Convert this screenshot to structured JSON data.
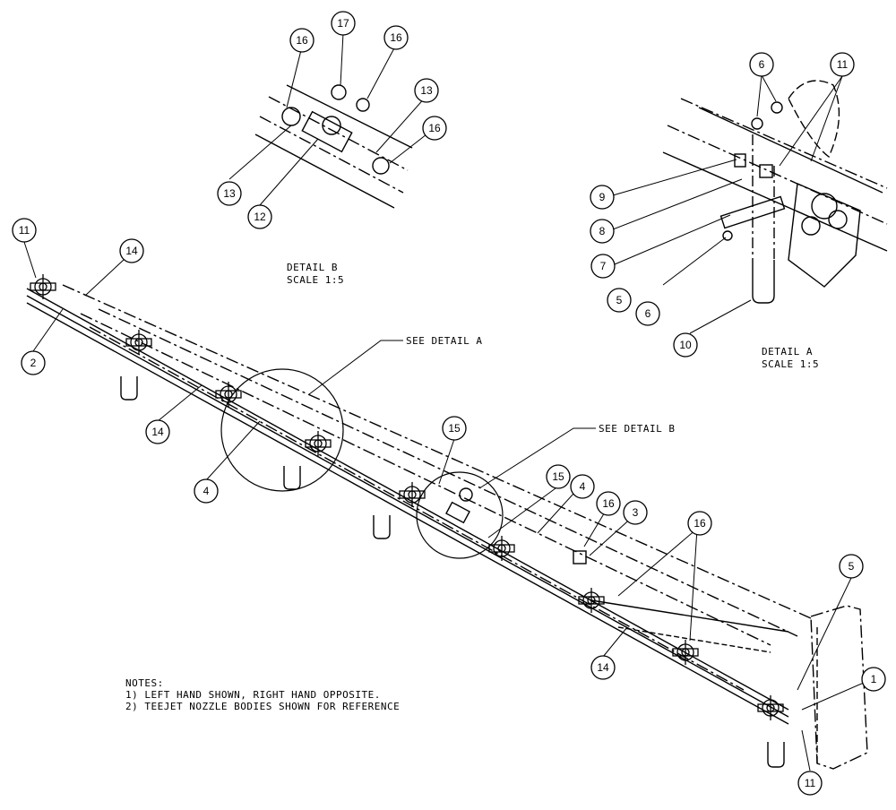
{
  "callouts": [
    "11",
    "14",
    "2",
    "14",
    "4",
    "15",
    "15",
    "4",
    "16",
    "3",
    "16",
    "5",
    "1",
    "11",
    "14",
    "16",
    "17",
    "16",
    "13",
    "16",
    "13",
    "12",
    "6",
    "11",
    "9",
    "8",
    "7",
    "5",
    "6",
    "10"
  ],
  "detail_b": {
    "title": "DETAIL  B",
    "scale": "SCALE  1:5"
  },
  "detail_a": {
    "title": "DETAIL  A",
    "scale": "SCALE  1:5"
  },
  "see_detail_a": "SEE DETAIL  A",
  "see_detail_b": "SEE DETAIL  B",
  "notes": {
    "heading": "NOTES:",
    "items": [
      "1)  LEFT HAND SHOWN, RIGHT HAND OPPOSITE.",
      "2)  TEEJET NOZZLE BODIES SHOWN FOR REFERENCE"
    ]
  }
}
